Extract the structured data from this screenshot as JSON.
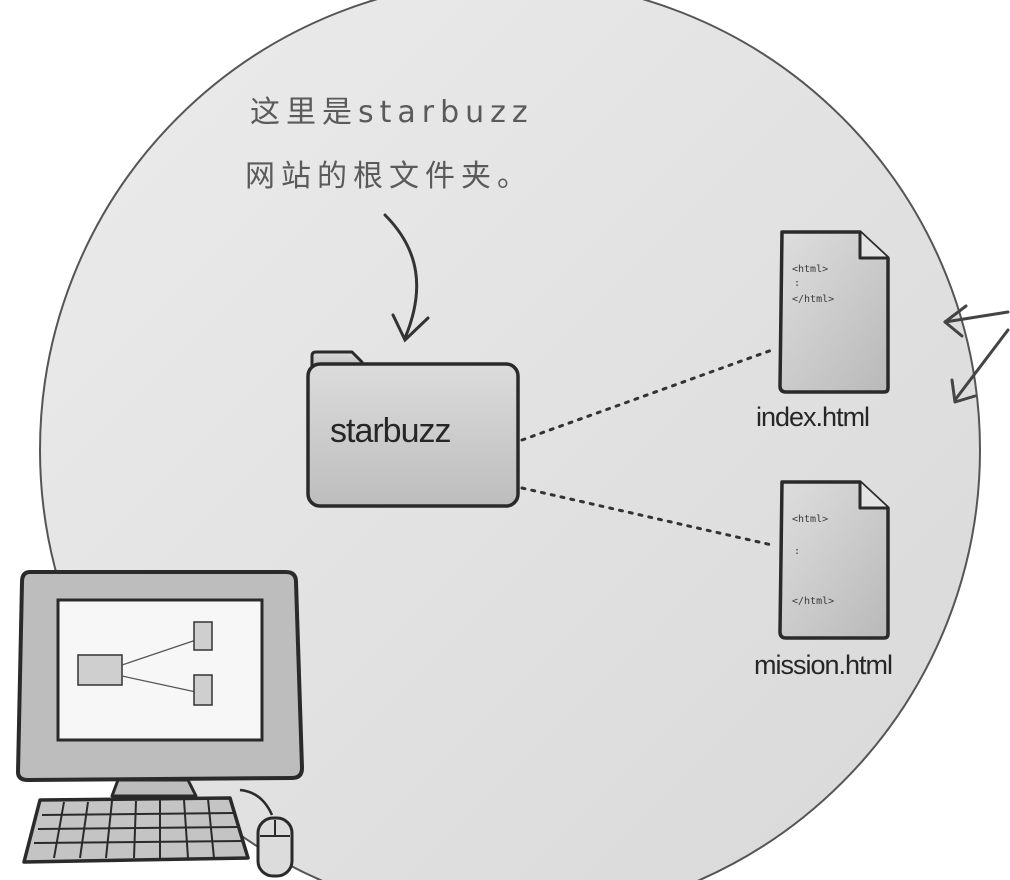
{
  "annotation": {
    "line1": "这里是starbuzz",
    "line2": "网站的根文件夹。"
  },
  "folder": {
    "label": "starbuzz"
  },
  "files": [
    {
      "name": "index.html",
      "code_open": "<html>",
      "code_close": "</html>"
    },
    {
      "name": "mission.html",
      "code_open": "<html>",
      "code_close": "</html>"
    }
  ],
  "colors": {
    "circle_fill": "#e2e2e2",
    "folder_fill": "#cfcfcf",
    "file_fill": "#cdcdcd",
    "outline": "#2a2a2a"
  }
}
